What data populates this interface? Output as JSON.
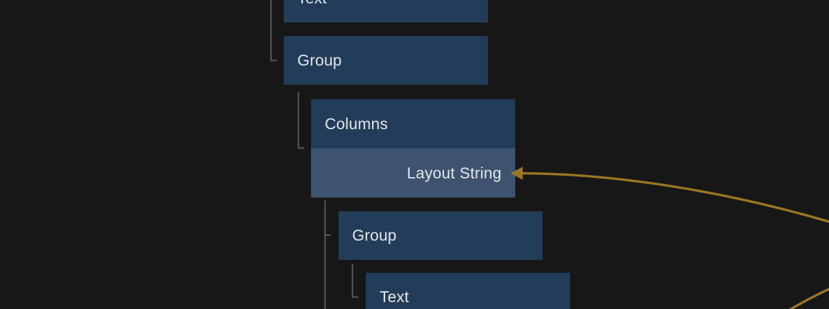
{
  "canvas": {
    "background": "#171717"
  },
  "palette": {
    "canvas_bg": "#171717",
    "node_fill": "#233c59",
    "input_row_fill": "#3e5370",
    "label_text": "#e4e7ea",
    "tree_line": "#5b5b5b",
    "wire": "#9a7623"
  },
  "tree": {
    "nodes": [
      {
        "label": "Text"
      },
      {
        "label": "Group"
      },
      {
        "label": "Columns",
        "input": {
          "label": "Layout String"
        }
      },
      {
        "label": "Group"
      },
      {
        "label": "Text"
      }
    ]
  },
  "wire": {
    "arrow_direction": "left",
    "target": "Layout String"
  }
}
